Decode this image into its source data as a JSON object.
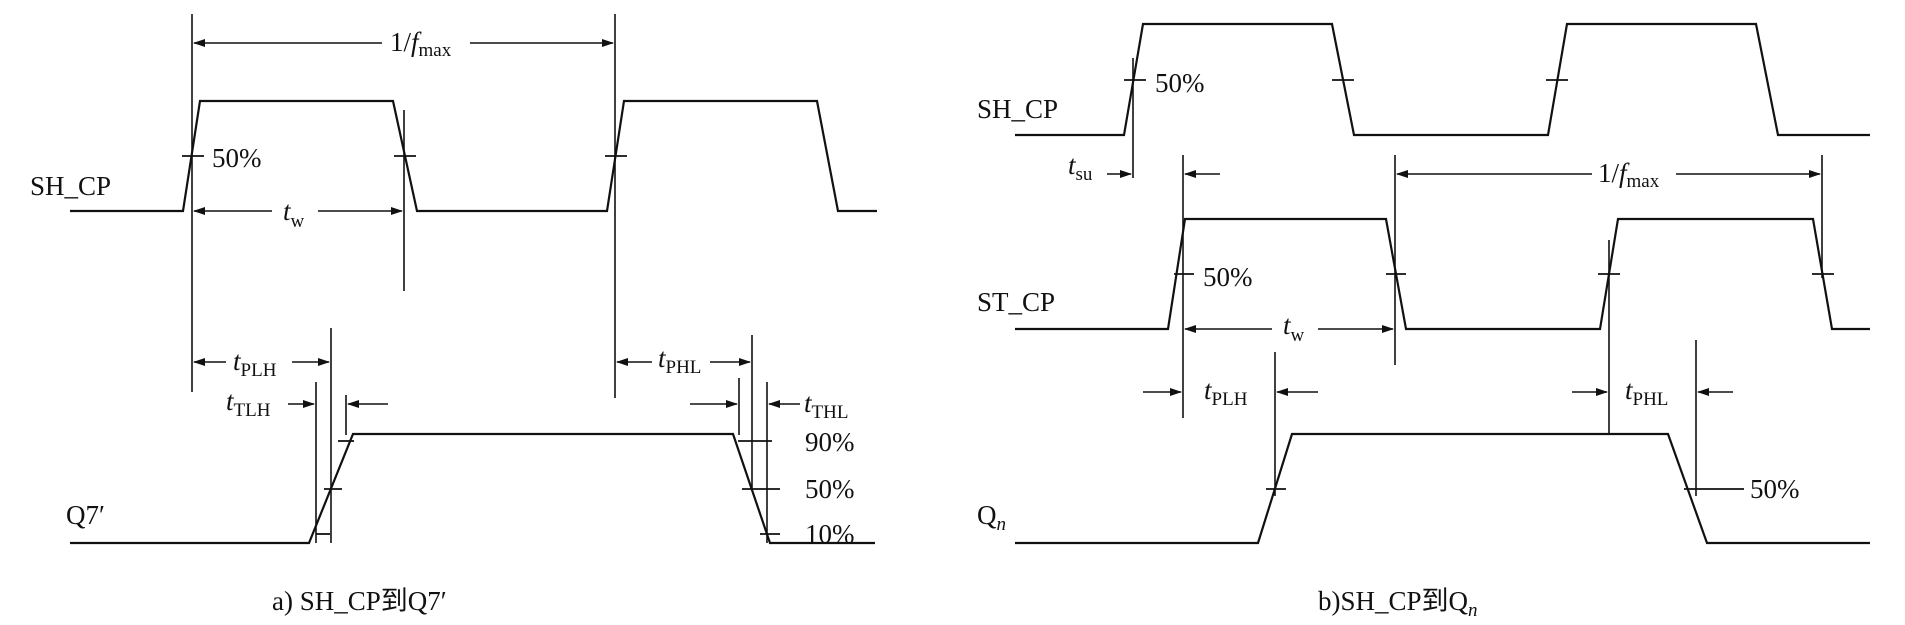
{
  "panel_a": {
    "caption": "a) SH_CP到Q7′",
    "signal_sh_cp": "SH_CP",
    "signal_q7": "Q7′",
    "pct_50_top": "50%",
    "pct_90": "90%",
    "pct_50": "50%",
    "pct_10": "10%",
    "period": {
      "main": "1/",
      "italic": "f",
      "sub": "max"
    },
    "tw": {
      "italic": "t",
      "sub": "w"
    },
    "tplh": {
      "italic": "t",
      "sub": "PLH"
    },
    "tphl": {
      "italic": "t",
      "sub": "PHL"
    },
    "ttlh": {
      "italic": "t",
      "sub": "TLH"
    },
    "tthl": {
      "italic": "t",
      "sub": "THL"
    }
  },
  "panel_b": {
    "caption_main": "b)SH_CP到Q",
    "caption_sub": "n",
    "signal_sh_cp": "SH_CP",
    "signal_st_cp": "ST_CP",
    "signal_qn_main": "Q",
    "signal_qn_sub": "n",
    "pct_50_sh": "50%",
    "pct_50_st": "50%",
    "pct_50_qn": "50%",
    "tsu": {
      "italic": "t",
      "sub": "su"
    },
    "period": {
      "main": "1/",
      "italic": "f",
      "sub": "max"
    },
    "tw": {
      "italic": "t",
      "sub": "w"
    },
    "tplh": {
      "italic": "t",
      "sub": "PLH"
    },
    "tphl": {
      "italic": "t",
      "sub": "PHL"
    }
  }
}
